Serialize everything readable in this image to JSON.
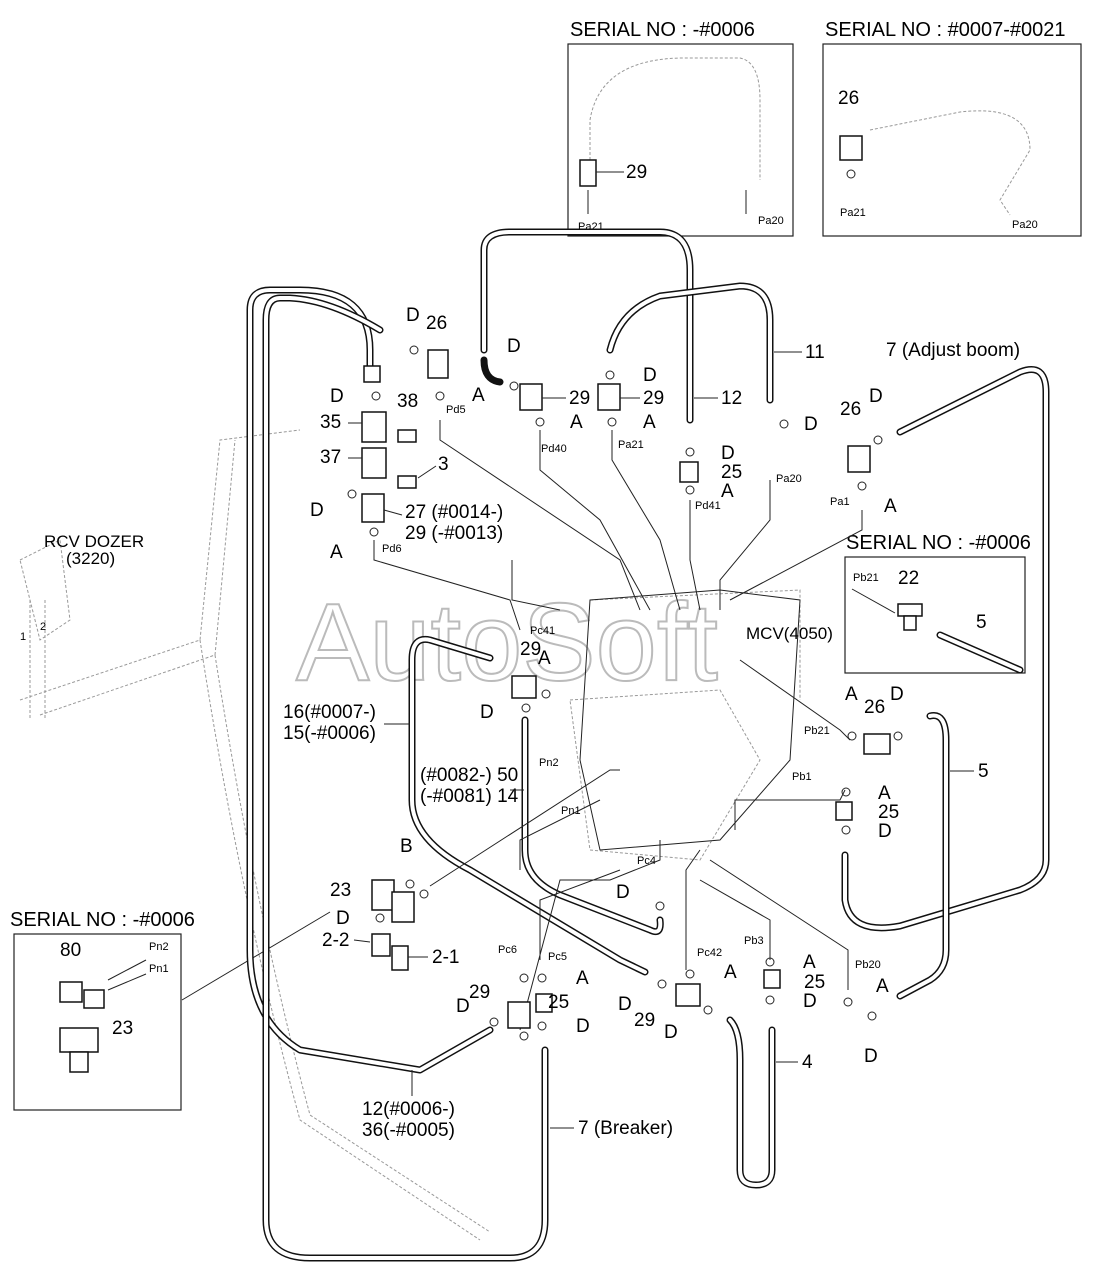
{
  "watermark": "AutoSoft",
  "serial_boxes": {
    "top_left": "SERIAL NO : -#0006",
    "top_right": "SERIAL NO : #0007-#0021",
    "right_mid": "SERIAL NO : -#0006",
    "bottom_left": "SERIAL NO : -#0006"
  },
  "components": {
    "rcv_dozer": "RCV DOZER",
    "rcv_dozer_code": "(3220)",
    "mcv": "MCV(4050)"
  },
  "ports": {
    "pa21_a": "Pa21",
    "pa20_a": "Pa20",
    "pa21_b": "Pa21",
    "pa20_b": "Pa20",
    "pd5": "Pd5",
    "pd40": "Pd40",
    "pa21": "Pa21",
    "pa20": "Pa20",
    "pd41": "Pd41",
    "pa1": "Pa1",
    "pd6": "Pd6",
    "pc41": "Pc41",
    "pb21_box": "Pb21",
    "pb21": "Pb21",
    "pb1": "Pb1",
    "pn2": "Pn2",
    "pn1": "Pn1",
    "pc4": "Pc4",
    "pc6": "Pc6",
    "pc5": "Pc5",
    "pc42": "Pc42",
    "pb3": "Pb3",
    "pb20": "Pb20",
    "pn2_box": "Pn2",
    "pn1_box": "Pn1",
    "rcv_1": "1",
    "rcv_2": "2"
  },
  "callouts": {
    "c29_box": "29",
    "c26_box": "26",
    "c22_box": "22",
    "c5_box": "5",
    "c80_box": "80",
    "c23_box": "23",
    "c26_top": "26",
    "c38": "38",
    "c35": "35",
    "c37": "37",
    "c3": "3",
    "c27": "27 (#0014-)",
    "c29_alt": "29 (-#0013)",
    "c29_pd40": "29",
    "c29_pa21": "29",
    "c12": "12",
    "c11": "11",
    "c25_pd41": "25",
    "c7_adjust": "7 (Adjust boom)",
    "c26_pa1": "26",
    "c29_pc41": "29",
    "c16": "16(#0007-)",
    "c15": "15(-#0006)",
    "c50": "(#0082-) 50",
    "c14": "(-#0081) 14",
    "c26_pb21": "26",
    "c5": "5",
    "c25_pb1": "25",
    "c23": "23",
    "c2_2": "2-2",
    "c2_1": "2-1",
    "c29_pc6": "29",
    "c25_pc5": "25",
    "c29_pc42": "29",
    "c25_pb3": "25",
    "c4": "4",
    "c12_alt": "12(#0006-)",
    "c36": "36(-#0005)",
    "c7_breaker": "7 (Breaker)"
  },
  "seal_letters": {
    "d_26": "D",
    "a_pd5": "A",
    "d_35": "D",
    "d_27": "D",
    "a_pd6": "A",
    "d_pd40": "D",
    "a_pd40": "A",
    "d_pa21": "D",
    "a_pa21": "A",
    "d_pd41": "D",
    "a_pd41": "A",
    "d_11": "D",
    "d_pa1": "D",
    "a_pa1": "A",
    "a_pc41": "A",
    "d_pc41": "D",
    "a_pb21": "A",
    "d_pb21": "D",
    "a_pb1": "A",
    "d_pb1": "D",
    "b_23": "B",
    "d_23": "D",
    "d_pc4": "D",
    "a_pc5": "A",
    "d_pc6": "D",
    "d_pc5": "D",
    "a_pc42": "A",
    "d_pc42a": "D",
    "d_pc42b": "D",
    "a_pb3": "A",
    "d_pb3": "D",
    "a_pb20": "A",
    "d_pb20": "D"
  }
}
